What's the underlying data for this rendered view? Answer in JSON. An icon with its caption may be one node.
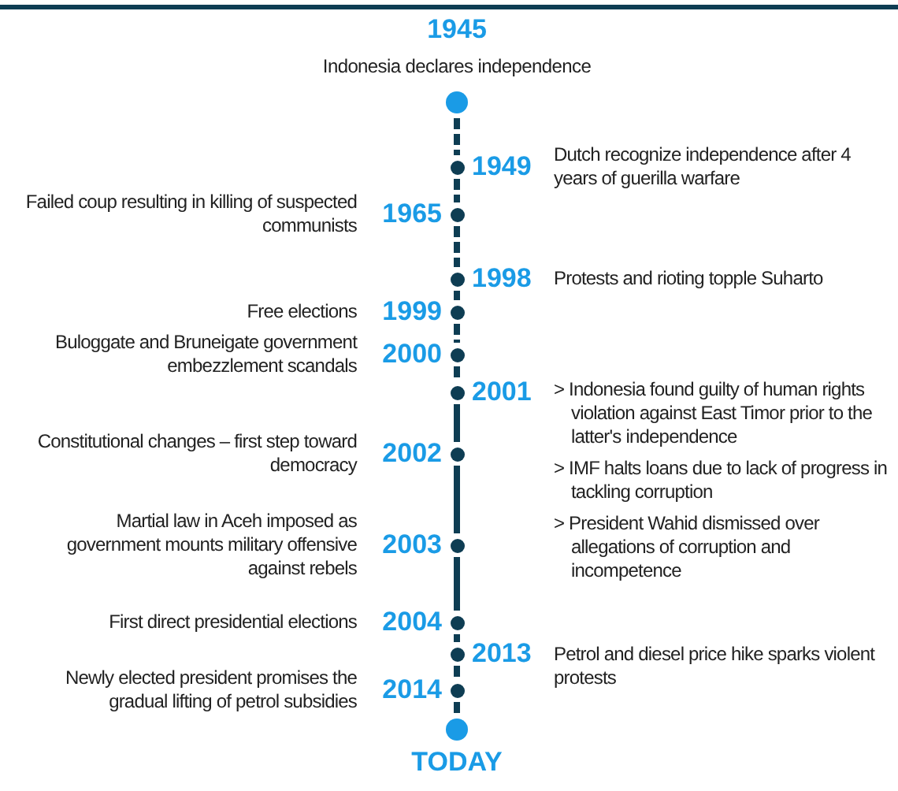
{
  "diagram": {
    "nodes": [
      {
        "text": [
          "1945",
          "Indonesia declares independence"
        ]
      },
      {
        "text": [
          "1949",
          "Dutch recognize independence after 4 years of guerilla warfare"
        ]
      },
      {
        "text": [
          "Failed coup resulting in killing of suspected communists",
          "1965"
        ]
      },
      {
        "text": [
          "1998",
          "Protests and rioting topple Suharto"
        ]
      },
      {
        "text": [
          "Free elections",
          "1999"
        ]
      },
      {
        "text": [
          "Buloggate and Bruneigate government embezzlement scandals",
          "2000"
        ]
      },
      {
        "text": [
          "2001",
          "> Indonesia found guilty of human rights violation against East Timor prior to the latter's independence"
        ],
        "beside": [
          "> IMF halts loans due to lack of progress in tackling corruption",
          "> President Wahid dismissed over allegations of corruption and incompetence"
        ]
      },
      {
        "text": [
          "Constitutional changes – first step toward democracy",
          "2002"
        ]
      },
      {
        "text": [
          "Martial law in Aceh imposed as government mounts military offensive against rebels",
          "2003"
        ]
      },
      {
        "text": [
          "First direct presidential elections",
          "2004"
        ]
      },
      {
        "text": [
          "2013",
          "Petrol and diesel price hike sparks violent protests"
        ]
      },
      {
        "text": [
          "Newly elected president promises the gradual lifting of petrol subsidies",
          "2014"
        ]
      },
      {
        "text": [
          "TODAY"
        ]
      }
    ],
    "edges": [
      {
        "from": 0,
        "to": 1,
        "arrow": "none",
        "style": "dashed"
      },
      {
        "from": 1,
        "to": 2,
        "arrow": "none",
        "style": "dashed"
      },
      {
        "from": 2,
        "to": 3,
        "arrow": "none",
        "style": "dashed"
      },
      {
        "from": 3,
        "to": 4,
        "arrow": "none",
        "style": "dashed"
      },
      {
        "from": 4,
        "to": 5,
        "arrow": "none",
        "style": "dashed"
      },
      {
        "from": 5,
        "to": 6,
        "arrow": "none",
        "style": "dashed"
      },
      {
        "from": 6,
        "to": 7,
        "arrow": "none"
      },
      {
        "from": 7,
        "to": 8,
        "arrow": "none"
      },
      {
        "from": 8,
        "to": 9,
        "arrow": "none"
      },
      {
        "from": 9,
        "to": 10,
        "arrow": "none",
        "style": "dashed"
      },
      {
        "from": 10,
        "to": 11,
        "arrow": "none",
        "style": "dashed"
      },
      {
        "from": 11,
        "to": 12,
        "arrow": "none",
        "style": "dashed"
      }
    ]
  }
}
